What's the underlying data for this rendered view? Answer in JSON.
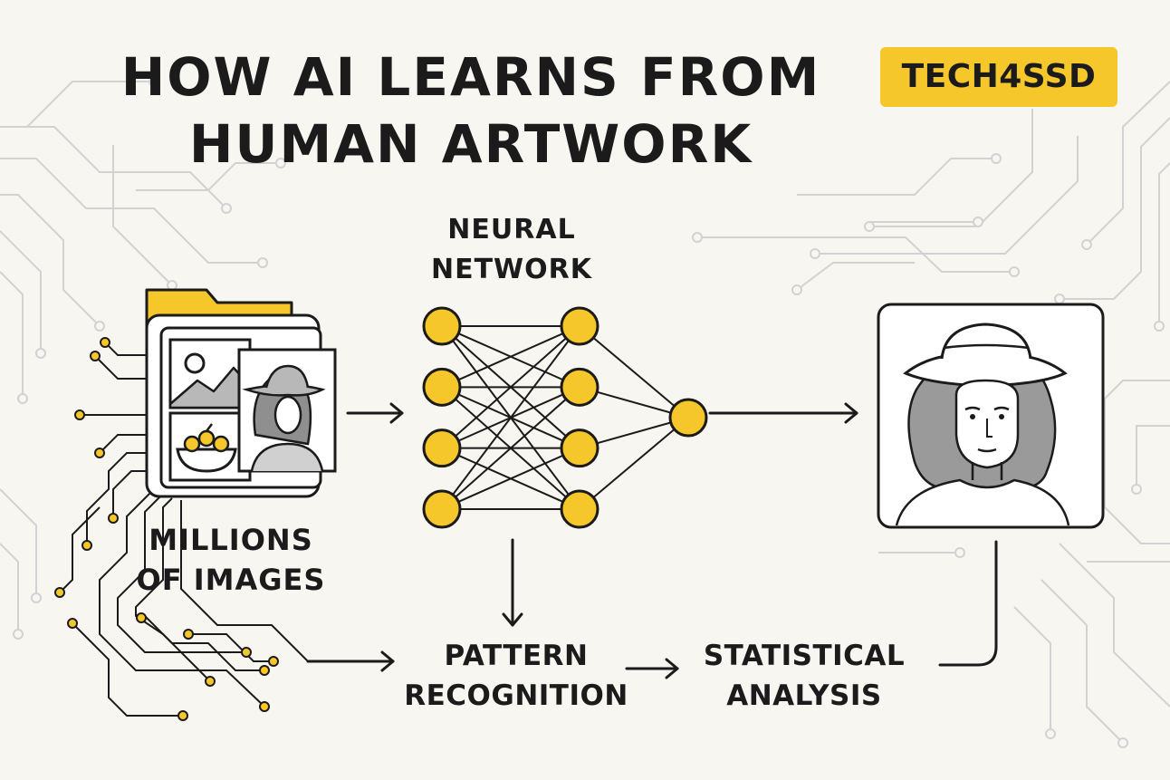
{
  "title": {
    "line1": "HOW AI LEARNS FROM",
    "line2": "HUMAN ARTWORK"
  },
  "badge": "TECH4SSD",
  "labels": {
    "neural_network": {
      "line1": "NEURAL",
      "line2": "NETWORK"
    },
    "images": {
      "line1": "MILLIONS",
      "line2": "OF IMAGES"
    },
    "pattern": {
      "line1": "PATTERN",
      "line2": "RECOGNITION"
    },
    "statistical": {
      "line1": "STATISTICAL",
      "line2": "ANALYSIS"
    }
  },
  "icons": {
    "source": "image-folder-icon",
    "network": "neural-network-icon",
    "output": "generated-portrait-icon"
  },
  "network_layers": [
    4,
    4,
    1
  ],
  "colors": {
    "accent": "#f6c72a",
    "ink": "#1b1b1b",
    "background": "#f8f6f1",
    "circuit": "#d2d2d2"
  }
}
